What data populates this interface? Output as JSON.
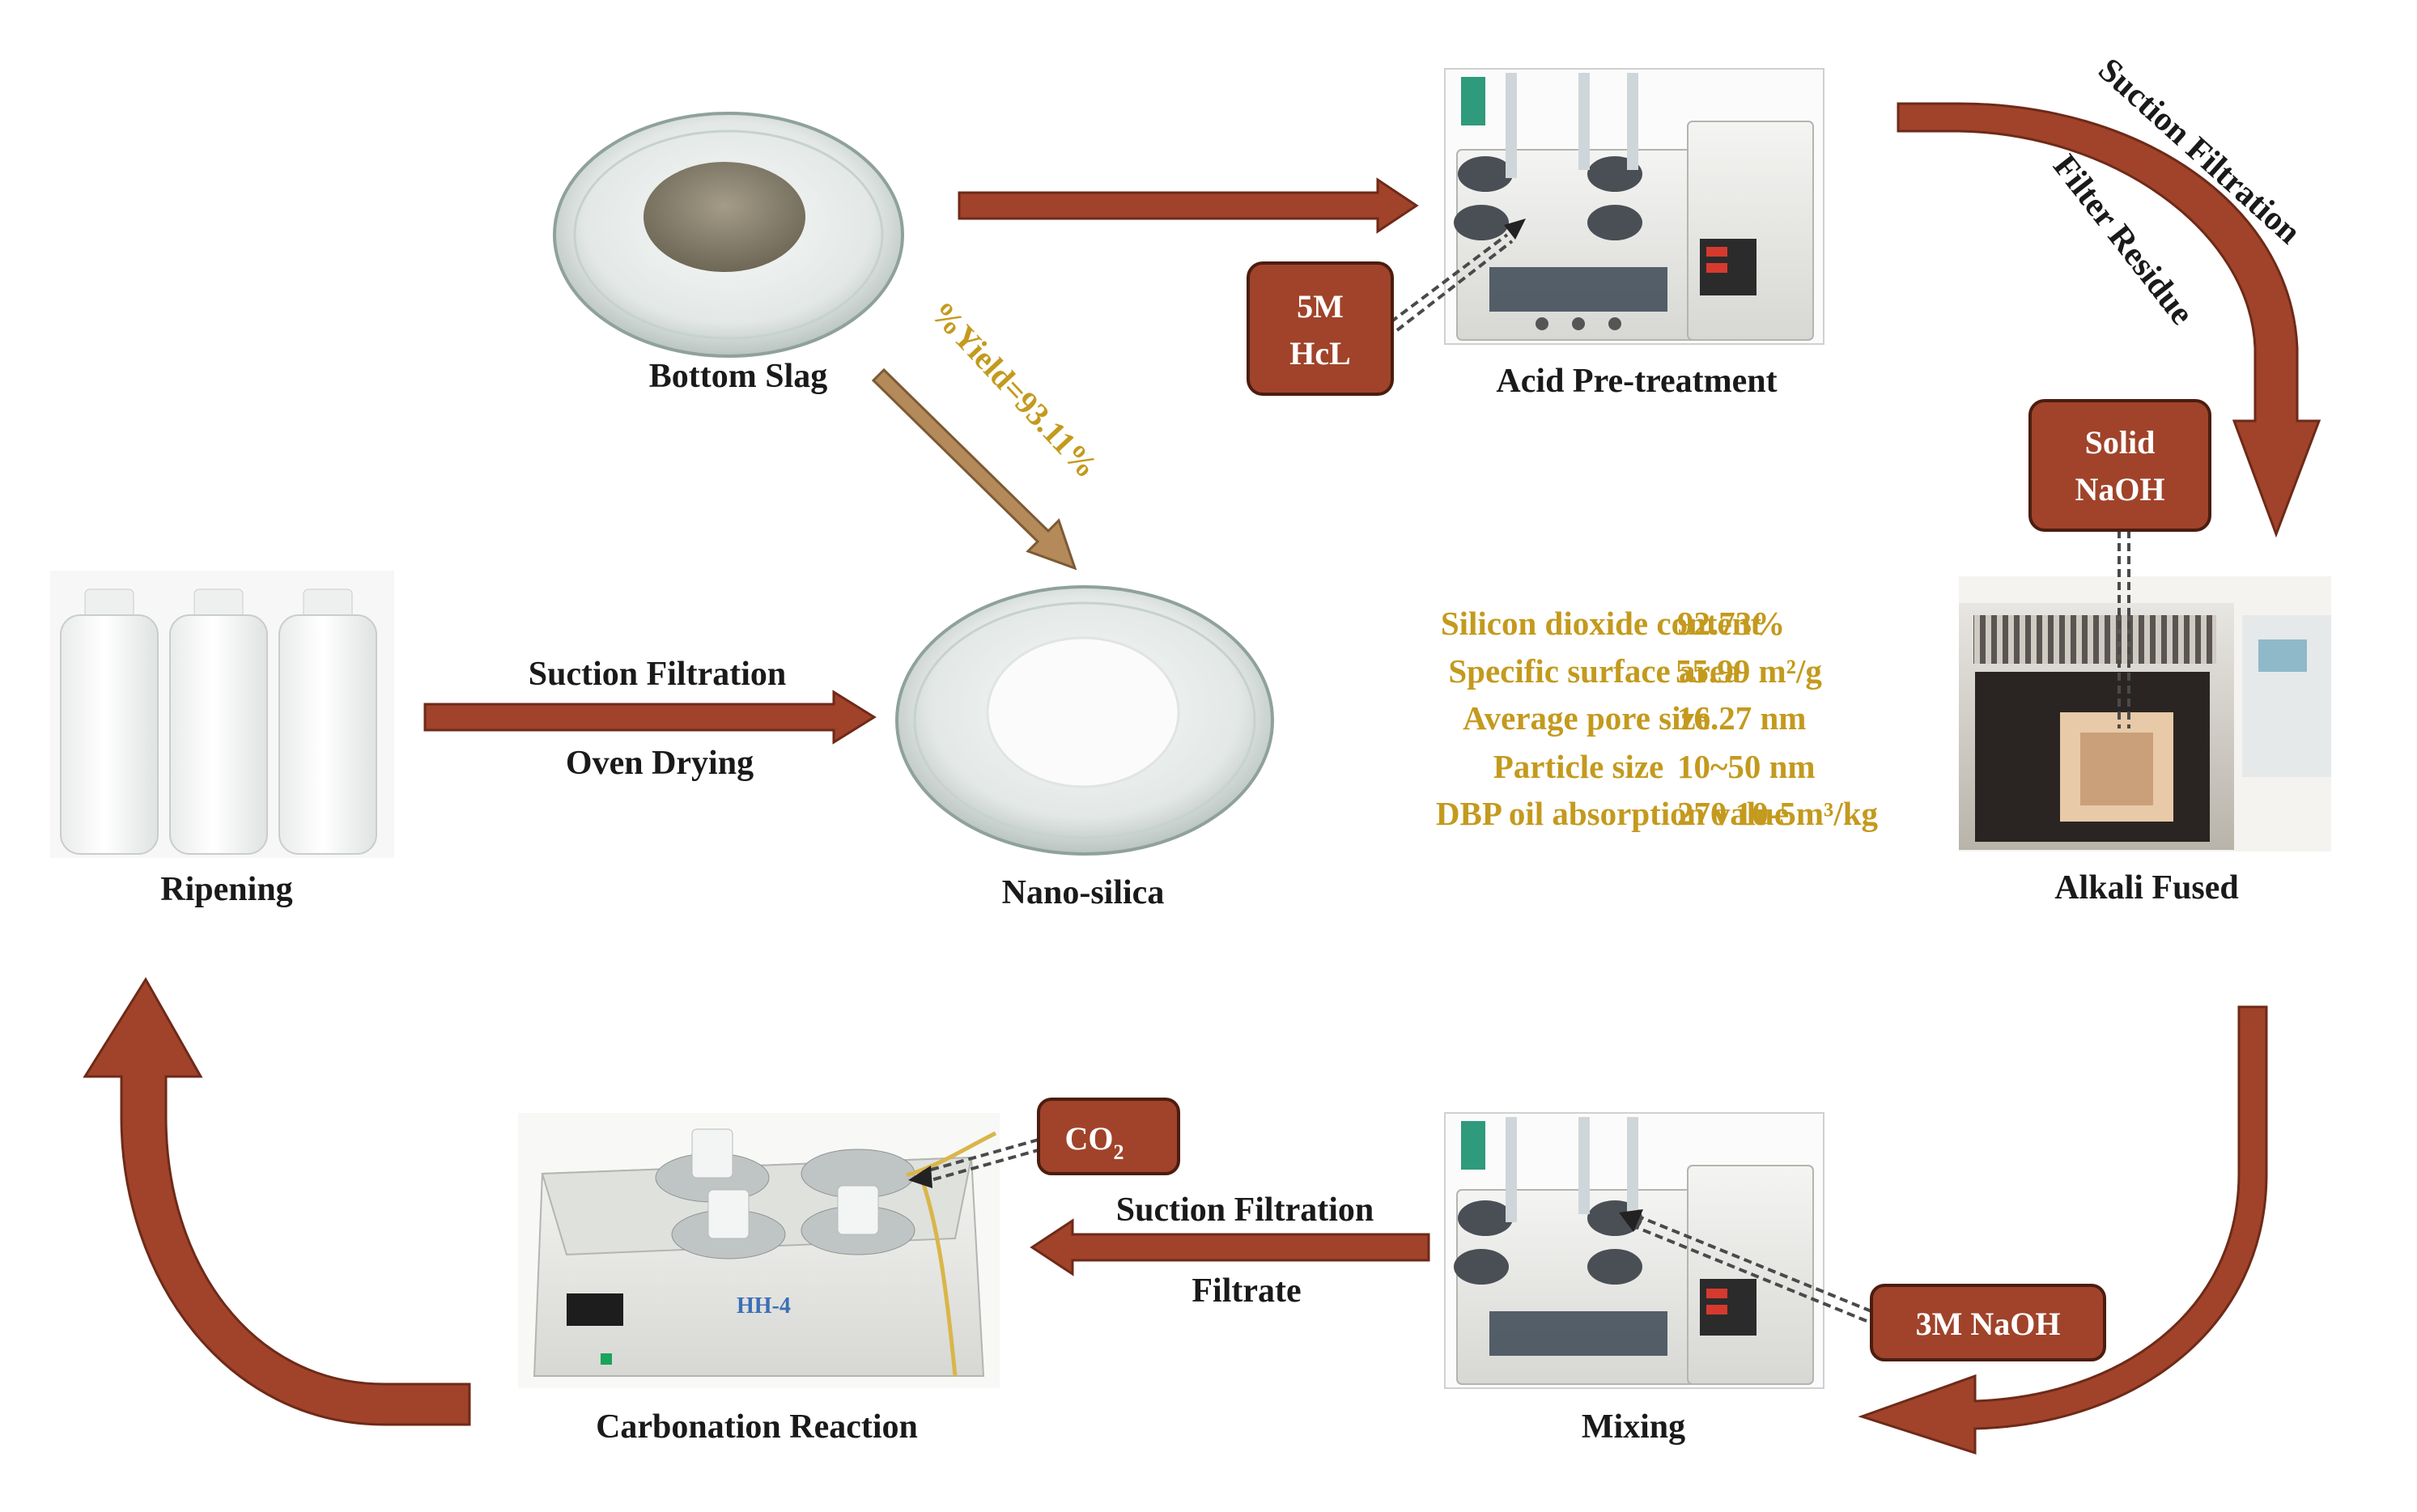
{
  "colors": {
    "arrow": "#a0432a",
    "arrow_edge": "#6e2a18",
    "yield_arrow": "#b48a5a",
    "reagent_box": "#a0432a",
    "property_text": "#c49a1e"
  },
  "steps": {
    "bottom_slag": "Bottom Slag",
    "acid_pretreatment": "Acid Pre-treatment",
    "alkali_fused": "Alkali Fused",
    "mixing": "Mixing",
    "carbonation_reaction": "Carbonation Reaction",
    "ripening": "Ripening",
    "nano_silica": "Nano-silica"
  },
  "arrow_labels": {
    "acid_to_alkali_top": "Suction Filtration",
    "acid_to_alkali_bottom": "Filter Residue",
    "mixing_to_carbonation_top": "Suction Filtration",
    "mixing_to_carbonation_bottom": "Filtrate",
    "ripening_to_nano_top": "Suction Filtration",
    "ripening_to_nano_bottom": "Oven Drying",
    "yield": "%Yield=93.11%"
  },
  "reagents": {
    "hcl_line1": "5M",
    "hcl_line2": "HcL",
    "naoh_solid_line1": "Solid",
    "naoh_solid_line2": "NaOH",
    "naoh_solution": "3M NaOH",
    "co2_main": "CO",
    "co2_sub": "2"
  },
  "properties": [
    {
      "name": "Silicon dioxide content",
      "value": "92.73%"
    },
    {
      "name": "Specific surface area",
      "value": "55.99 m²/g"
    },
    {
      "name": "Average pore size",
      "value": "16.27 nm"
    },
    {
      "name": "Particle size",
      "value": "10~50 nm"
    },
    {
      "name": "DBP oil absorption value",
      "value": "270 10-5m³/kg"
    }
  ],
  "equipment": {
    "water_bath_model": "HH-4"
  }
}
